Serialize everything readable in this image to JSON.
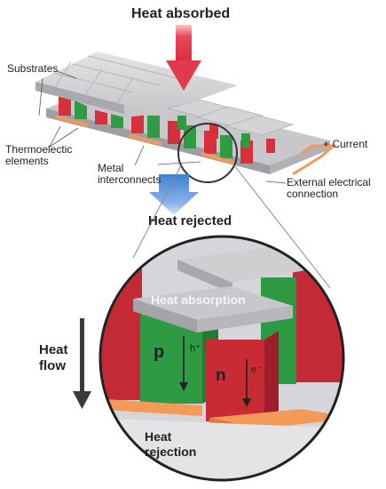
{
  "labels": {
    "heat_absorbed": "Heat absorbed",
    "substrates": "Substrates",
    "thermoelectric_elements": "Thermoelectic elements",
    "metal_interconnects": "Metal interconnects",
    "current": "+ Current",
    "external_connection": "External electrical connection",
    "heat_rejected": "Heat rejected",
    "heat_absorption": "Heat absorption",
    "heat_flow": "Heat flow",
    "p_type": "p",
    "n_type": "n",
    "hole_carrier": "h⁺",
    "electron_carrier": "e⁻",
    "heat_rejection": "Heat rejection"
  },
  "colors": {
    "p_type_element": "#2e9a44",
    "n_type_element": "#c92b35",
    "interconnect": "#f39a5a",
    "substrate": "#c9c9cb",
    "heat_in_arrow": "#e03a4d",
    "heat_out_arrow": "#3f7fd6"
  }
}
